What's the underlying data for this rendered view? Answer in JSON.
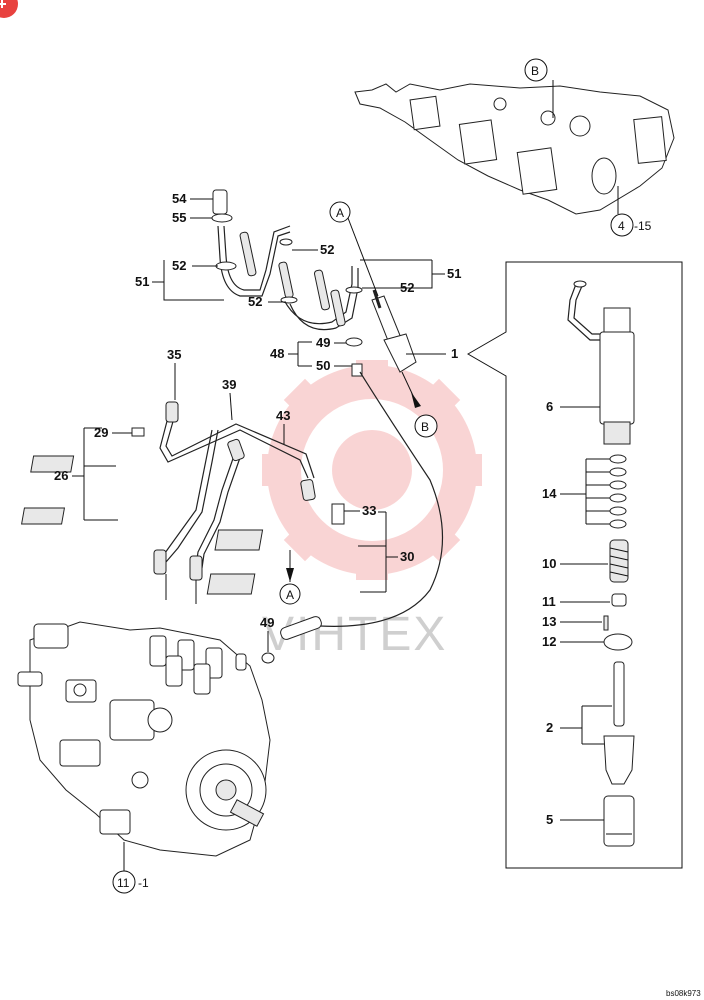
{
  "diagram": {
    "drawing_code": "bs08k973",
    "watermark": "VIHTEX",
    "brand_color": "#e8423f",
    "callouts": {
      "B": "B",
      "A": "A"
    },
    "refs": {
      "head": {
        "num": "4",
        "suffix": "-15"
      },
      "pump": {
        "num": "11",
        "suffix": "-1"
      }
    },
    "labels": {
      "p54": "54",
      "p55": "55",
      "p52a": "52",
      "p52b": "52",
      "p52c": "52",
      "p52d": "52",
      "p51a": "51",
      "p51b": "51",
      "p1": "1",
      "p48": "48",
      "p49a": "49",
      "p50": "50",
      "p35": "35",
      "p39": "39",
      "p43": "43",
      "p29": "29",
      "p26": "26",
      "p33": "33",
      "p30": "30",
      "p49b": "49",
      "p6": "6",
      "p14": "14",
      "p10": "10",
      "p11": "11",
      "p13": "13",
      "p12": "12",
      "p2": "2",
      "p5": "5"
    }
  }
}
